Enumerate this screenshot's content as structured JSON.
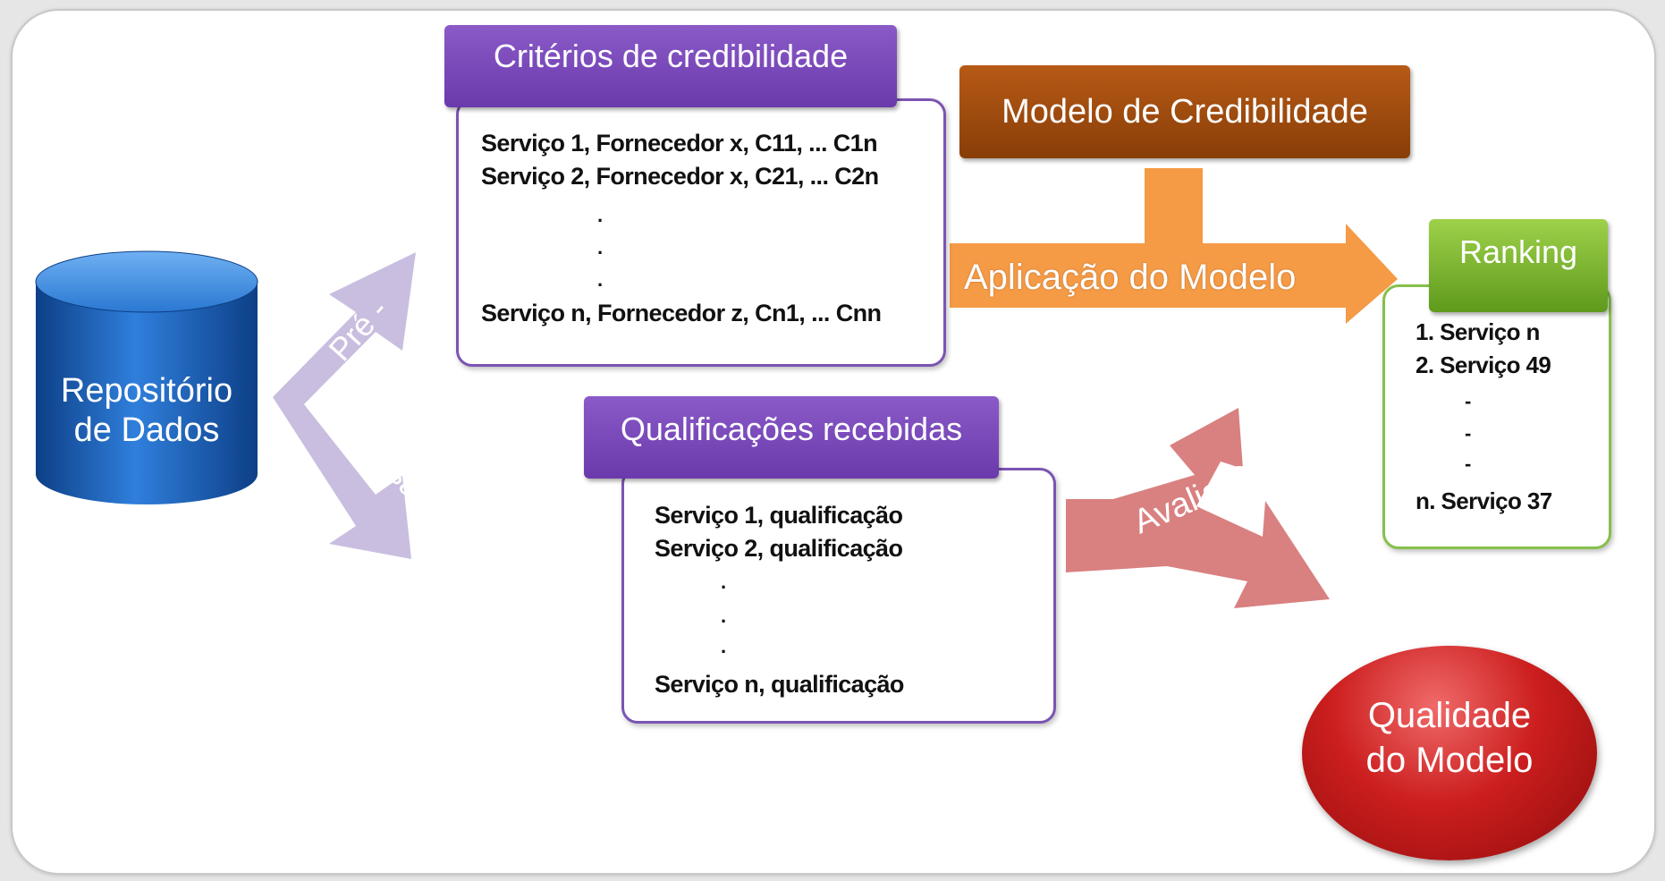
{
  "repository": {
    "line1": "Repositório",
    "line2": "de Dados"
  },
  "criteria": {
    "title": "Critérios de credibilidade",
    "row1": "Serviço 1, Fornecedor x, C11, ... C1n",
    "row2": "Serviço 2, Fornecedor x, C21, ... C2n",
    "dots": ".",
    "row_last": "Serviço n, Fornecedor z, Cn1, ... Cnn"
  },
  "ratings": {
    "title": "Qualificações recebidas",
    "row1": "Serviço 1, qualificação",
    "row2": "Serviço 2, qualificação",
    "dots": ".",
    "row_last": "Serviço n, qualificação"
  },
  "model": {
    "title": "Modelo de Credibilidade"
  },
  "arrows": {
    "preprocessing_part1": "Pré -",
    "preprocessing_part2": "Processamento",
    "apply_model": "Aplicação do Modelo",
    "evaluation": "Avaliação"
  },
  "ranking": {
    "title": "Ranking",
    "item1": "1. Serviço n",
    "item2": "2. Serviço 49",
    "dots": "-",
    "item_last": "n. Serviço 37"
  },
  "quality": {
    "line1": "Qualidade",
    "line2": "do Modelo"
  },
  "colors": {
    "purple": "#7b54b3",
    "brown": "#9a4a10",
    "orange": "#f59a45",
    "green": "#86c04a",
    "lavender": "#c9bedf",
    "rose": "#d98080",
    "red": "#cc1e1e",
    "blue": "#1c6bc4"
  }
}
